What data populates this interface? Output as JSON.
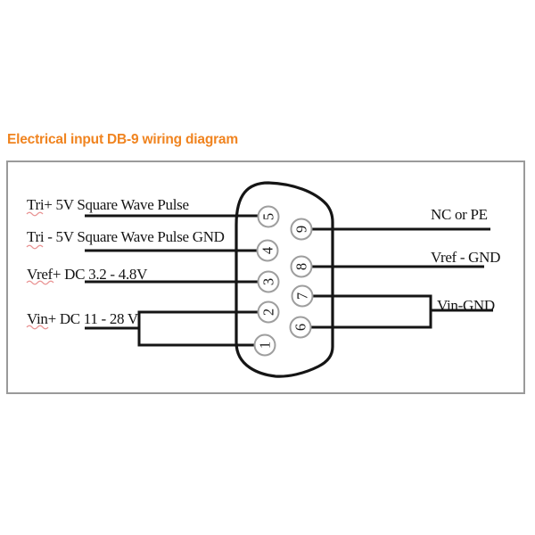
{
  "title": {
    "text": "Electrical input DB-9 wiring diagram"
  },
  "colors": {
    "title_orange": "#F08420",
    "wire_black": "#151515",
    "pin_ring_gray": "#9E9E9E",
    "frame_gray": "#9A9A9A",
    "spellcheck_red": "#E06666"
  },
  "connector": {
    "type": "DB-9",
    "pins": [
      {
        "number": "5"
      },
      {
        "number": "4"
      },
      {
        "number": "3"
      },
      {
        "number": "2"
      },
      {
        "number": "1"
      },
      {
        "number": "9"
      },
      {
        "number": "8"
      },
      {
        "number": "7"
      },
      {
        "number": "6"
      }
    ]
  },
  "labels": {
    "left": [
      {
        "text": "Tri+ 5V Square Wave Pulse",
        "connects_to_pins": [
          5
        ]
      },
      {
        "text": "Tri - 5V Square Wave Pulse GND",
        "connects_to_pins": [
          4
        ]
      },
      {
        "text": "Vref+ DC 3.2 - 4.8V",
        "connects_to_pins": [
          3
        ]
      },
      {
        "text": "Vin+ DC 11 - 28 V",
        "connects_to_pins": [
          2,
          1
        ]
      }
    ],
    "right": [
      {
        "text": "NC or PE",
        "connects_to_pins": [
          9
        ]
      },
      {
        "text": "Vref - GND",
        "connects_to_pins": [
          8
        ]
      },
      {
        "text": "Vin-GND",
        "connects_to_pins": [
          7,
          6
        ]
      }
    ]
  }
}
